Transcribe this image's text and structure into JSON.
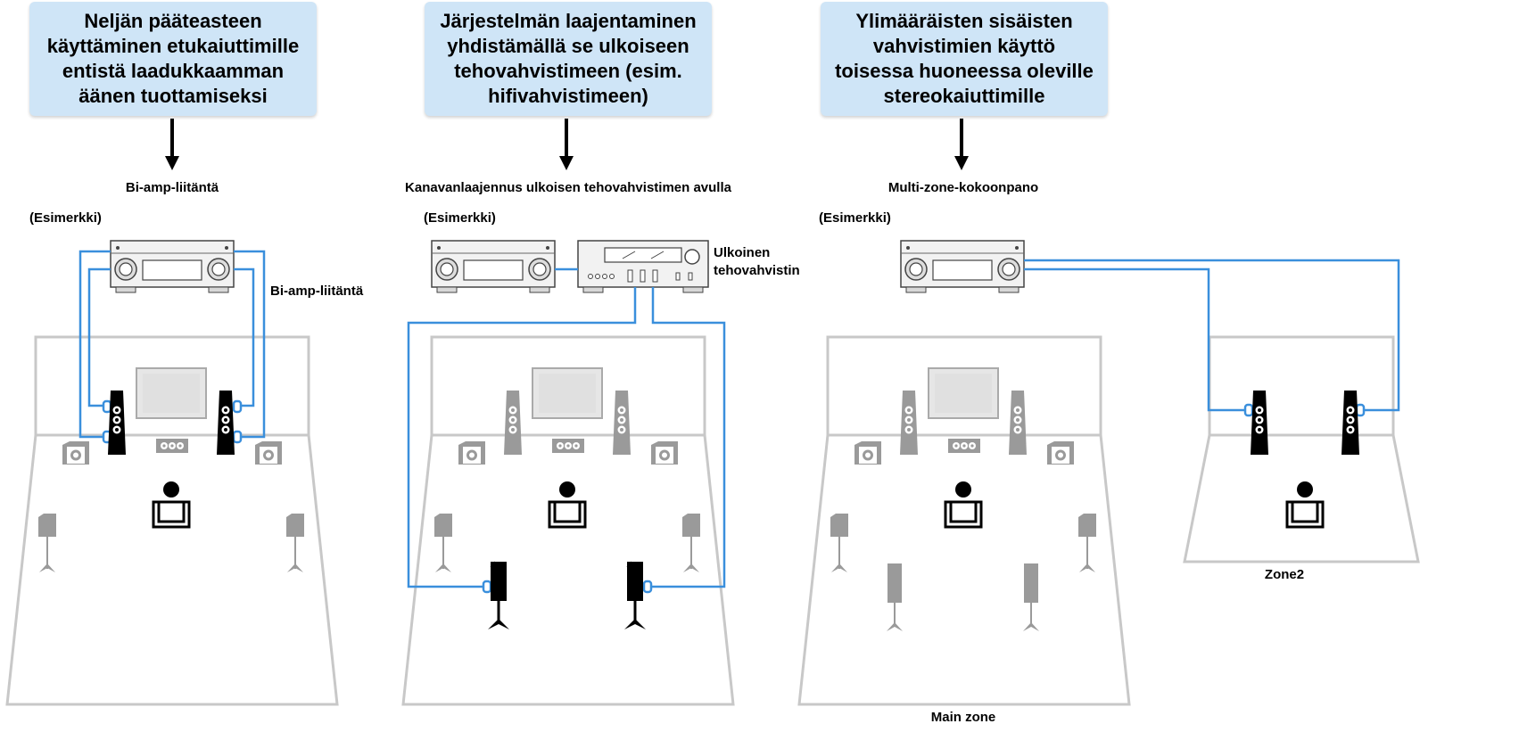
{
  "banners": [
    "Neljän pääteasteen käyttäminen etukaiuttimille entistä laadukkaamman äänen tuottamiseksi",
    "Järjestelmän laajentaminen yhdistämällä se ulkoiseen tehovahvistimeen (esim. hifivahvistimeen)",
    "Ylimääräisten sisäisten vahvistimien käyttö toisessa huoneessa oleville stereokaiuttimille"
  ],
  "panels": [
    {
      "title": "Bi-amp-liitäntä",
      "example": "(Esimerkki)",
      "note": "Bi-amp-liitäntä"
    },
    {
      "title": "Kanavanlaajennus ulkoisen tehovahvistimen avulla",
      "example": "(Esimerkki)",
      "amp_label": "Ulkoinen\ntehovahvistin"
    },
    {
      "title": "Multi-zone-kokoonpano",
      "example": "(Esimerkki)",
      "main_zone": "Main zone",
      "zone2": "Zone2"
    }
  ],
  "colors": {
    "banner_bg": "#cfe5f7",
    "cable": "#3a8fdc",
    "room": "#c8c8c8",
    "speaker_active": "#000000",
    "speaker_inactive": "#9a9a9a"
  }
}
